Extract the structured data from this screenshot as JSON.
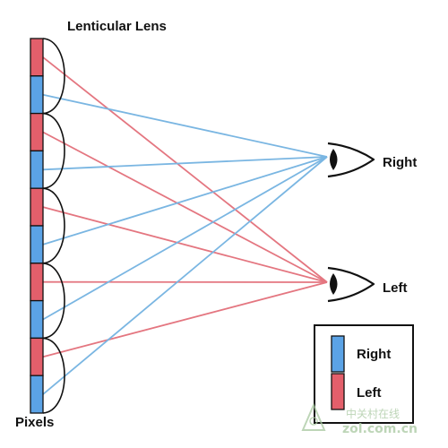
{
  "title": "Lenticular Lens",
  "pixels_label": "Pixels",
  "eyes": [
    {
      "label": "Right"
    },
    {
      "label": "Left"
    }
  ],
  "legend": [
    {
      "label": "Right",
      "color": "#5ba3e6"
    },
    {
      "label": "Left",
      "color": "#e35f6b"
    }
  ],
  "colors": {
    "right_pixel": "#5ba3e6",
    "left_pixel": "#e35f6b",
    "right_ray": "#7ab6e2",
    "left_ray": "#e47680",
    "outline": "#111111"
  },
  "pixel_sequence": [
    "left",
    "right",
    "left",
    "right",
    "left",
    "right",
    "left",
    "right",
    "left",
    "right"
  ],
  "watermark": {
    "line1": "中关村在线",
    "line2": "zol.com.cn"
  }
}
